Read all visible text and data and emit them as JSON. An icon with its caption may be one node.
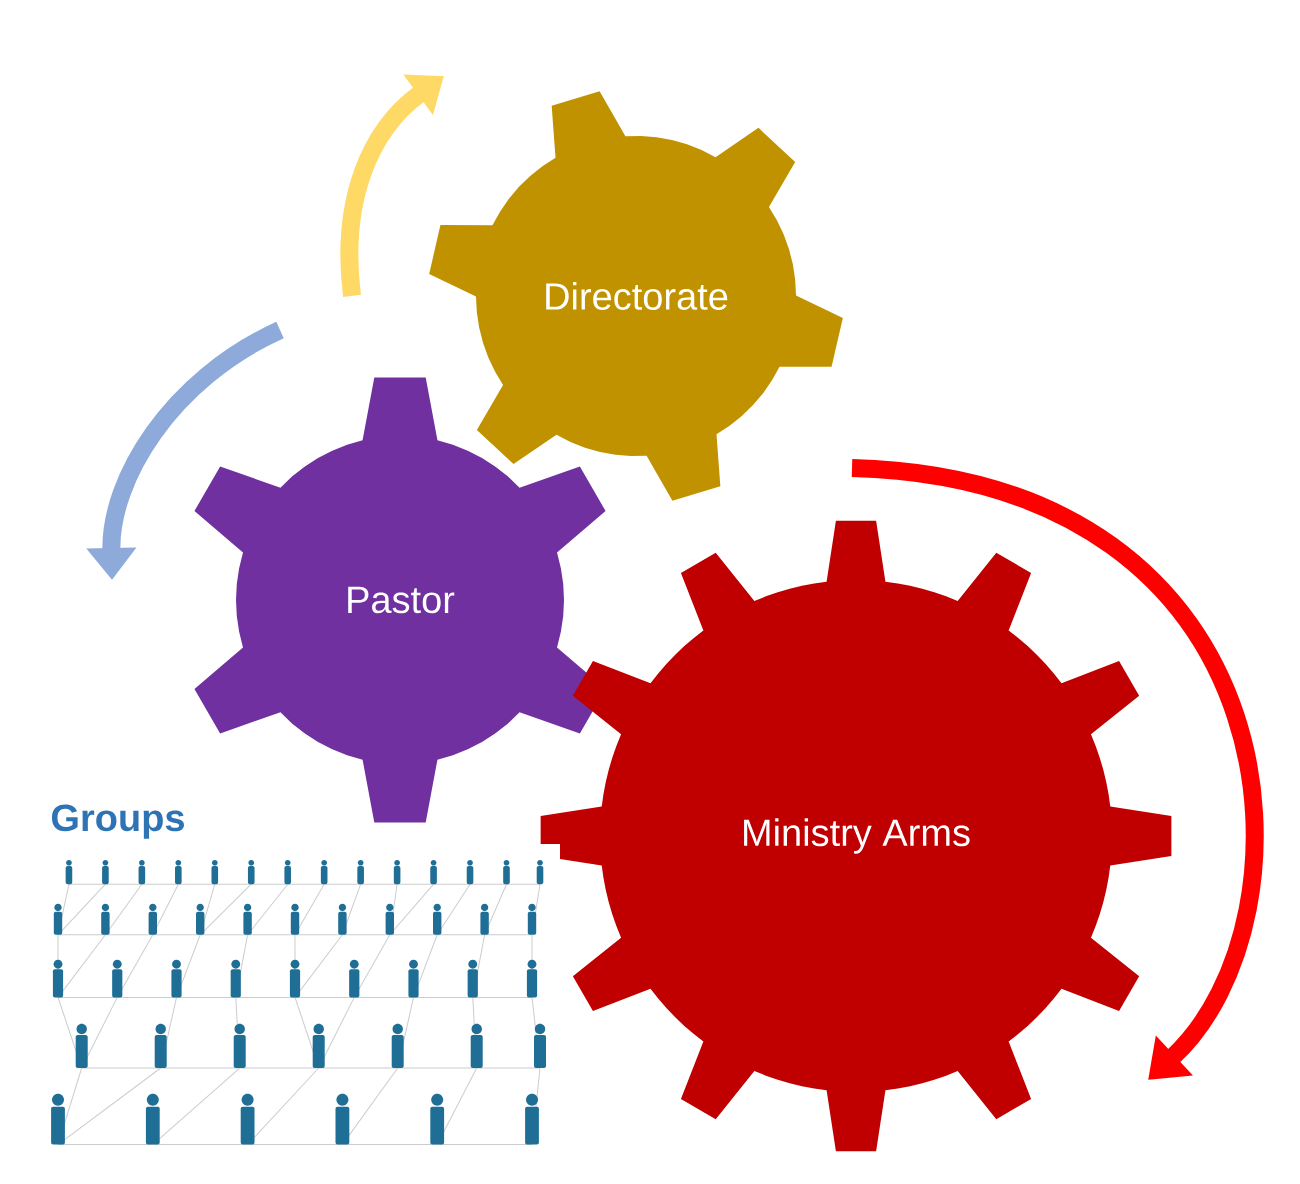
{
  "diagram": {
    "nodes": [
      {
        "text": [
          "Directorate"
        ]
      },
      {
        "text": [
          "Pastor"
        ]
      },
      {
        "text": [
          "Ministry Arms"
        ]
      },
      {
        "text": [
          "Groups"
        ]
      }
    ]
  }
}
